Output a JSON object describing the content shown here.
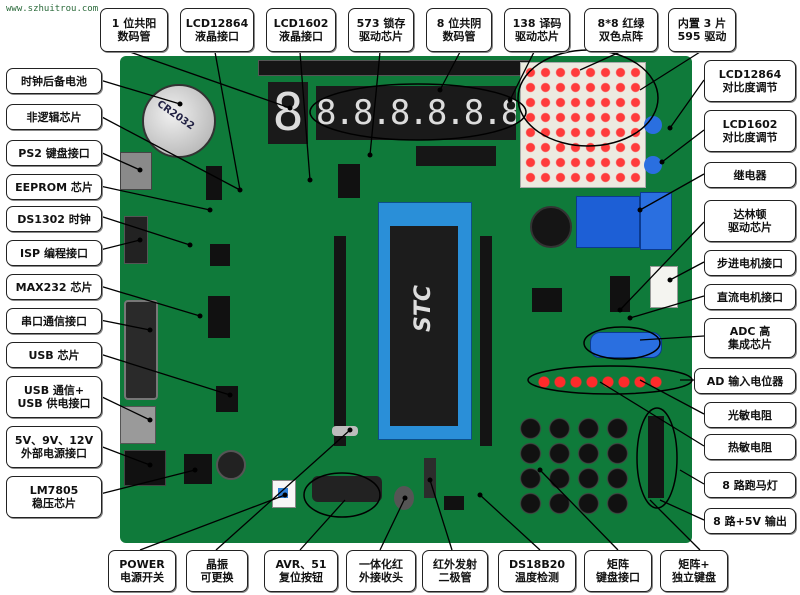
{
  "site": "www.szhuitrou.com",
  "board": {
    "seven_seg_single": "8",
    "seven_seg_multi": "8.8.8.8.8.8.8.8.",
    "chip_brand": "STC",
    "battery_text": "CR2032"
  },
  "top_labels": [
    "1 位共阳\n数码管",
    "LCD12864\n液晶接口",
    "LCD1602\n液晶接口",
    "573 锁存\n驱动芯片",
    "8 位共阴\n数码管",
    "138 译码\n驱动芯片",
    "8*8 红绿\n双色点阵",
    "内置 3 片\n595 驱动"
  ],
  "left_labels": [
    "时钟后备电池",
    "非逻辑芯片",
    "PS2 键盘接口",
    "EEPROM 芯片",
    "DS1302 时钟",
    "ISP 编程接口",
    "MAX232 芯片",
    "串口通信接口",
    "USB 芯片",
    "USB 通信+\nUSB 供电接口",
    "5V、9V、12V\n外部电源接口",
    "LM7805\n稳压芯片"
  ],
  "right_labels": [
    "LCD12864\n对比度调节",
    "LCD1602\n对比度调节",
    "继电器",
    "达林顿\n驱动芯片",
    "步进电机接口",
    "直流电机接口",
    "ADC 高\n集成芯片",
    "AD 输入电位器",
    "光敏电阻",
    "热敏电阻",
    "8 路跑马灯",
    "8 路+5V 输出"
  ],
  "bottom_labels": [
    "POWER\n电源开关",
    "晶振\n可更换",
    "AVR、51\n复位按钮",
    "一体化红\n外接收头",
    "红外发射\n二极管",
    "DS18B20\n温度检测",
    "矩阵\n键盘接口",
    "矩阵+\n独立键盘"
  ],
  "colors": {
    "pcb": "#0f7a3a",
    "label_border": "#222222",
    "leader": "#000000",
    "matrix_led": "#ff3b3b",
    "relay": "#1d5fd6"
  }
}
